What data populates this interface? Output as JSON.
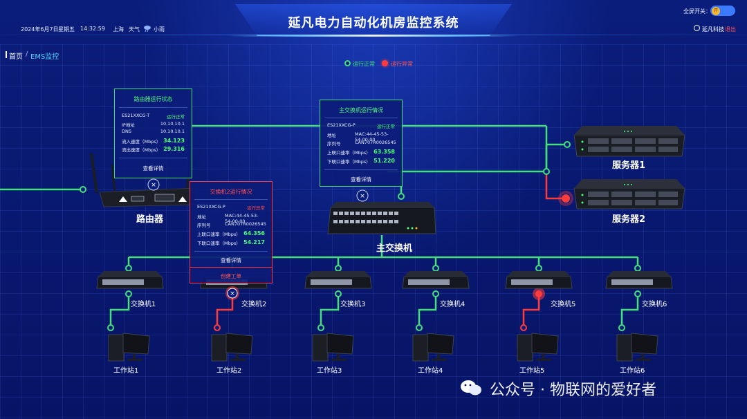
{
  "header": {
    "title": "延凡电力自动化机房监控系统",
    "date": "2024年6月7日",
    "weekday": "星期五",
    "time": "14:32:59",
    "city": "上海",
    "weather_label": "天气",
    "weather": "小雨",
    "fullscreen_label": "全屏开关：",
    "fullscreen_state": "开",
    "user": "延凡科技",
    "logout": "退出"
  },
  "breadcrumb": {
    "home": "首页",
    "sep": "/",
    "current": "EMS监控"
  },
  "legend": {
    "normal": "运行正常",
    "abnormal": "运行异常",
    "normal_color": "#3fe07a",
    "abnormal_color": "#ff3b3b"
  },
  "devices": {
    "router": "路由器",
    "main_switch": "主交换机",
    "server1": "服务器1",
    "server2": "服务器2",
    "switches": [
      "交换机1",
      "交换机2",
      "交换机3",
      "交换机4",
      "交换机5",
      "交换机6"
    ],
    "workstations": [
      "工作站1",
      "工作站2",
      "工作站3",
      "工作站4",
      "工作站5",
      "工作站6"
    ]
  },
  "router_card": {
    "title": "路由器运行状态",
    "model": "ES21XXCG-T",
    "status": "运行正常",
    "ip_label": "IP地址",
    "ip": "10.10.10.1",
    "dns_label": "DNS",
    "dns": "10.10.10.1",
    "in_label": "流入速度（Mbps）",
    "in_value": "34.123",
    "out_label": "流出速度（Mbps）",
    "out_value": "29.316",
    "detail": "查看详情"
  },
  "main_switch_card": {
    "title": "主交换机运行情况",
    "model": "ES21XXCG-P",
    "status": "运行正常",
    "addr_label": "地址",
    "addr": "MAC:44-45-53-54-00-00",
    "serial_label": "序列号",
    "serial": "CAN707R0026545",
    "up_label": "上联口速率（Mbps）",
    "up_value": "63.358",
    "down_label": "下联口速率（Mbps）",
    "down_value": "51.220",
    "detail": "查看详情"
  },
  "switch2_card": {
    "title": "交换机2运行情况",
    "model": "ES21XXCG-P",
    "status": "运行异常",
    "addr_label": "地址",
    "addr": "MAC:44-45-53-54-00-00",
    "serial_label": "序列号",
    "serial": "CAN707R0026545",
    "up_label": "上联口速率（Mbps）",
    "up_value": "64.356",
    "down_label": "下联口速率（Mbps）",
    "down_value": "54.217",
    "detail": "查看详情",
    "create_ticket": "创建工单"
  },
  "watermark": "公众号 · 物联网的爱好者"
}
